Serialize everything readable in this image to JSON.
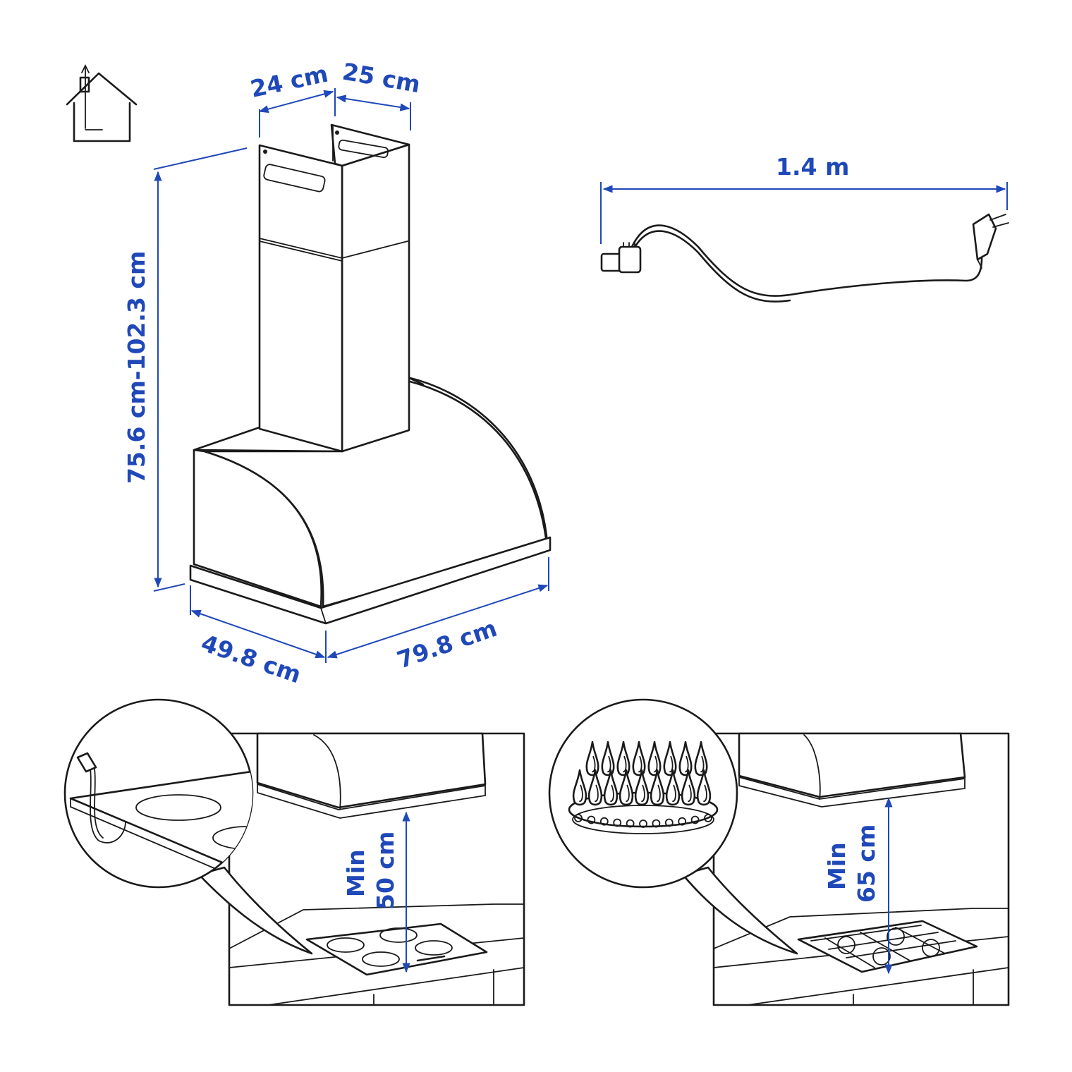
{
  "colors": {
    "dimension": "#1f48b8",
    "line": "#1a1a1a",
    "background": "#ffffff"
  },
  "icons": {
    "installation": "house-with-duct-icon",
    "cable": "power-cable-icon"
  },
  "dimensions": {
    "chimney_depth": "24 cm",
    "chimney_width": "25 cm",
    "height": "75.6 cm-102.3 cm",
    "depth": "49.8 cm",
    "width": "79.8 cm",
    "cable_length": "1.4 m"
  },
  "clearance": {
    "electric": {
      "line1": "Min",
      "line2": "50 cm"
    },
    "gas": {
      "line1": "Min",
      "line2": "65 cm"
    }
  }
}
